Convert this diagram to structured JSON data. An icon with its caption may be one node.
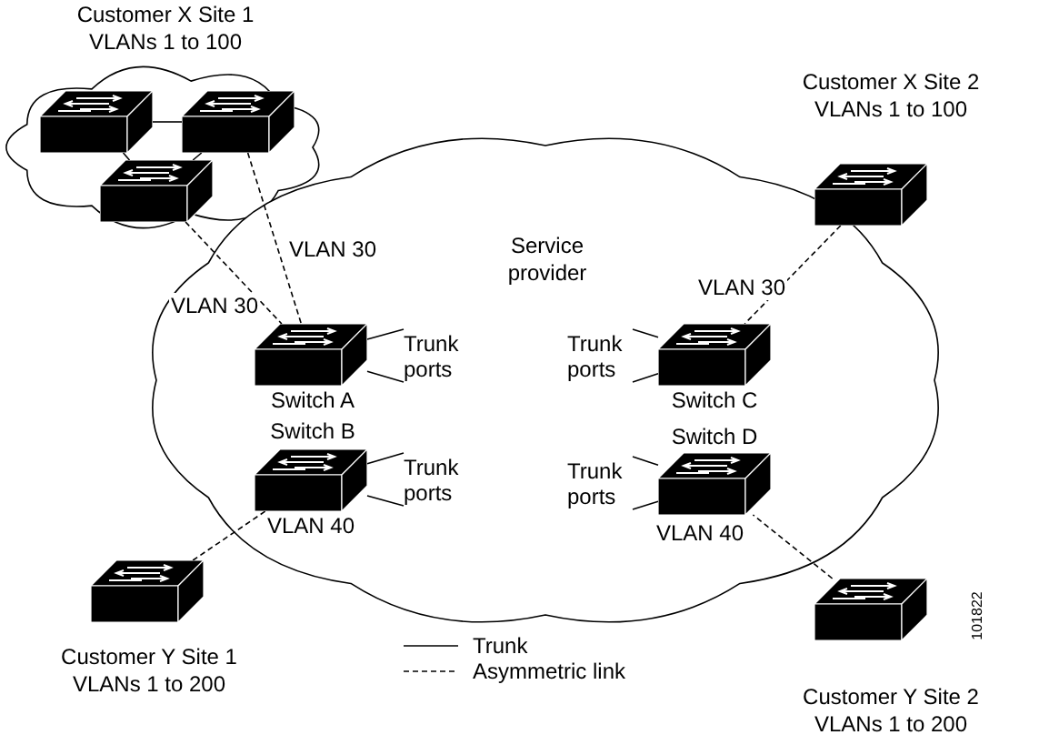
{
  "diagram": {
    "nodes": [
      {
        "text": [
          "Customer X Site 1 VLANs 1 to 100"
        ]
      },
      {
        "text": [],
        "shape": "box",
        "in": 0
      },
      {
        "text": [],
        "shape": "box",
        "in": 0
      },
      {
        "text": [],
        "shape": "box",
        "in": 0
      },
      {
        "text": [
          "Service provider"
        ]
      },
      {
        "text": [],
        "shape": "box",
        "in": 4,
        "beside": [
          "Switch A"
        ]
      },
      {
        "text": [],
        "shape": "box",
        "in": 4,
        "beside": [
          "Switch B"
        ]
      },
      {
        "text": [],
        "shape": "box",
        "in": 4,
        "beside": [
          "Switch C"
        ]
      },
      {
        "text": [],
        "shape": "box",
        "in": 4,
        "beside": [
          "Switch D"
        ]
      },
      {
        "text": [],
        "shape": "box",
        "beside": [
          "Customer X Site 2 VLANs 1 to 100"
        ]
      },
      {
        "text": [],
        "shape": "box",
        "beside": [
          "Customer Y Site 1 VLANs 1 to 200"
        ]
      },
      {
        "text": [],
        "shape": "box",
        "beside": [
          "Customer Y Site 2 VLANs 1 to 200"
        ]
      },
      {
        "text": [
          "Trunk ports"
        ],
        "in": 4
      },
      {
        "text": [
          "Trunk ports"
        ],
        "in": 4
      },
      {
        "text": [
          "Trunk ports"
        ],
        "in": 4
      },
      {
        "text": [
          "Trunk ports"
        ],
        "in": 4
      }
    ],
    "edges": [
      {
        "from": 1,
        "to": 2,
        "arrow": "none"
      },
      {
        "from": 1,
        "to": 3,
        "arrow": "none"
      },
      {
        "from": 2,
        "to": 3,
        "arrow": "none"
      },
      {
        "from": 3,
        "to": 5,
        "arrow": "none",
        "style": "dashed",
        "label": "VLAN 30"
      },
      {
        "from": 2,
        "to": 5,
        "arrow": "none",
        "style": "dashed",
        "label": "VLAN 30"
      },
      {
        "from": 9,
        "to": 7,
        "arrow": "none",
        "style": "dashed",
        "label": "VLAN 30"
      },
      {
        "from": 10,
        "to": 6,
        "arrow": "none",
        "style": "dashed",
        "label": "VLAN 40"
      },
      {
        "from": 11,
        "to": 8,
        "arrow": "none",
        "style": "dashed",
        "label": "VLAN 40"
      },
      {
        "from": 5,
        "to": 12,
        "arrow": "none"
      },
      {
        "from": 5,
        "to": 12,
        "arrow": "none"
      },
      {
        "from": 7,
        "to": 13,
        "arrow": "none"
      },
      {
        "from": 7,
        "to": 13,
        "arrow": "none"
      },
      {
        "from": 6,
        "to": 14,
        "arrow": "none"
      },
      {
        "from": 6,
        "to": 14,
        "arrow": "none"
      },
      {
        "from": 8,
        "to": 15,
        "arrow": "none"
      },
      {
        "from": 8,
        "to": 15,
        "arrow": "none"
      }
    ],
    "labels": [
      "101822"
    ],
    "legend": [
      {
        "text": "Trunk"
      },
      {
        "text": "Asymmetric link"
      }
    ]
  }
}
